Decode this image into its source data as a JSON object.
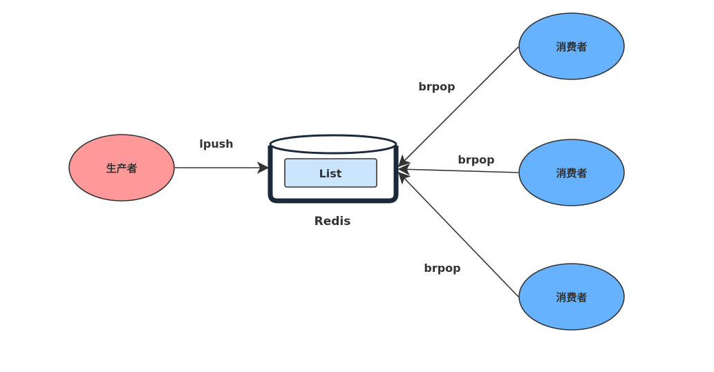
{
  "producer": {
    "label": "生产者",
    "color": "#ff9999"
  },
  "consumers": [
    {
      "label": "消费者",
      "color": "#66b2ff"
    },
    {
      "label": "消费者",
      "color": "#66b2ff"
    },
    {
      "label": "消费者",
      "color": "#66b2ff"
    }
  ],
  "redis": {
    "caption": "Redis",
    "list_label": "List",
    "list_fill": "#cce5ff",
    "container_color": "#1a2a3a"
  },
  "edges": {
    "producer_to_redis": "lpush",
    "consumer_1": "brpop",
    "consumer_2": "brpop",
    "consumer_3": "brpop"
  },
  "stroke_color": "#333333"
}
